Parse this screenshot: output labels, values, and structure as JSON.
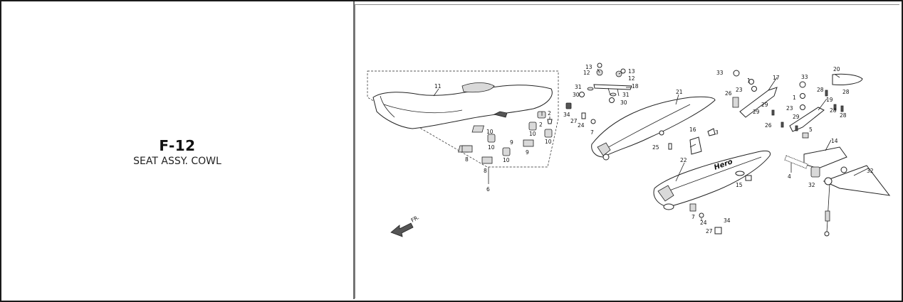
{
  "figure": {
    "code": "F-12",
    "title": "SEAT ASSY. COWL"
  },
  "diagram": {
    "front_marker": "FR.",
    "brand_marking": "Hero",
    "callouts": {
      "c1": "11",
      "c2": "2",
      "c3": "2",
      "c4": "10",
      "c5": "10",
      "c6": "9",
      "c7": "10",
      "c8": "8",
      "c9": "8",
      "c10": "10",
      "c11": "9",
      "c12": "10",
      "c13": "6",
      "c14": "13",
      "c15": "12",
      "c16": "13",
      "c17": "12",
      "c18": "18",
      "c19": "31",
      "c20": "31",
      "c21": "30",
      "c22": "30",
      "c23": "34",
      "c24": "27",
      "c25": "24",
      "c26": "7",
      "c27": "21",
      "c28": "25",
      "c29": "16",
      "c30": "3",
      "c31": "22",
      "c32": "15",
      "c33": "7",
      "c34": "24",
      "c35": "27",
      "c36": "34",
      "c37": "33",
      "c38": "1",
      "c39": "23",
      "c40": "17",
      "c41": "26",
      "c42": "29",
      "c43": "29",
      "c44": "33",
      "c45": "20",
      "c46": "28",
      "c47": "28",
      "c48": "1",
      "c49": "23",
      "c50": "19",
      "c51": "28",
      "c52": "28",
      "c53": "29",
      "c54": "26",
      "c55": "5",
      "c56": "14",
      "c57": "4",
      "c58": "32",
      "c59": "32"
    }
  }
}
